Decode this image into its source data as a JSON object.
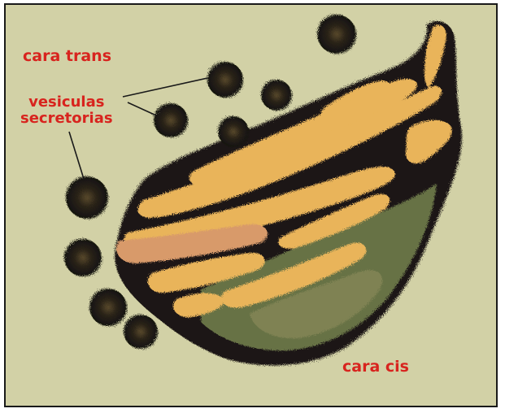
{
  "labels": {
    "trans_face": "cara trans",
    "vesicles_line1": "vesiculas",
    "vesicles_line2": "secretorias",
    "cis_face": "cara cis"
  },
  "colors": {
    "background": "#d2d1a6",
    "label_text": "#d8241e",
    "cisterna_fill": "#e9b45a",
    "membrane": "#1b1712",
    "stroma_green": "#6f7d4c"
  }
}
